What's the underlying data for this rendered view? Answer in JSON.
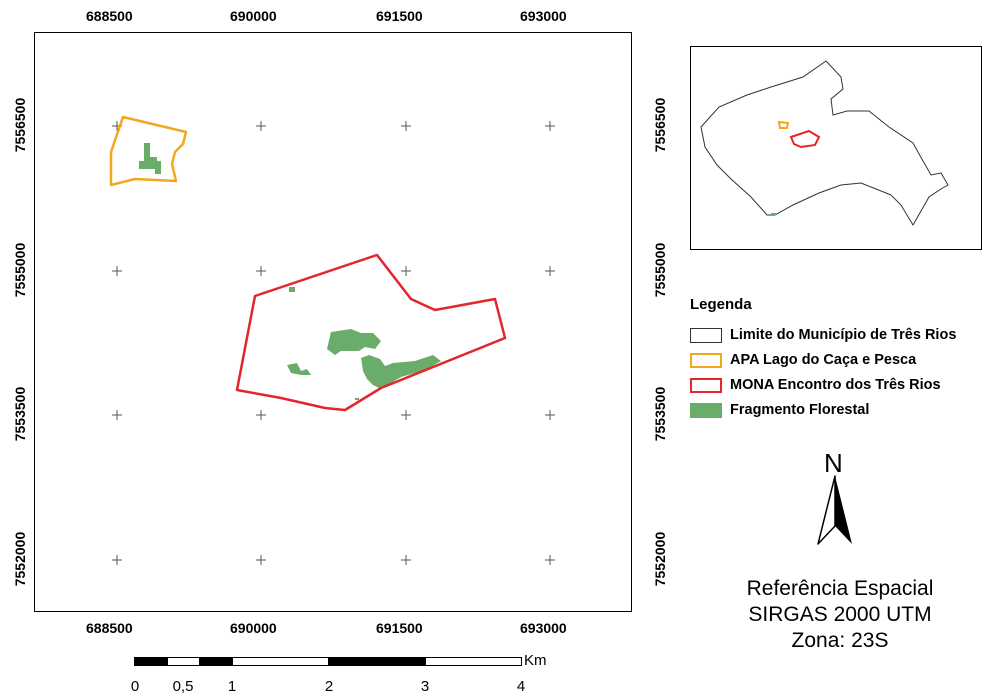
{
  "map": {
    "x_ticks": [
      "688500",
      "690000",
      "691500",
      "693000"
    ],
    "y_ticks": [
      "7556500",
      "7555000",
      "7553500",
      "7552000"
    ]
  },
  "legend": {
    "title": "Legenda",
    "items": [
      {
        "label": "Limite do Município de Três Rios",
        "stroke": "#333333",
        "fill": "#ffffff"
      },
      {
        "label": "APA Lago do Caça e Pesca",
        "stroke": "#f2a81d",
        "fill": "#ffffff"
      },
      {
        "label": "MONA Encontro dos Três Rios",
        "stroke": "#e3262b",
        "fill": "#ffffff"
      },
      {
        "label": "Fragmento Florestal",
        "stroke": "#6aac6a",
        "fill": "#6aac6a"
      }
    ]
  },
  "north_arrow": {
    "label": "N"
  },
  "reference": {
    "line1": "Referência Espacial",
    "line2": "SIRGAS 2000 UTM",
    "line3": "Zona: 23S"
  },
  "scale_bar": {
    "unit": "Km",
    "labels": [
      "0",
      "0,5",
      "1",
      "2",
      "3",
      "4"
    ]
  },
  "colors": {
    "apa": "#f2a81d",
    "mona": "#e3262b",
    "forest": "#6aac6a",
    "municipality": "#333333"
  }
}
